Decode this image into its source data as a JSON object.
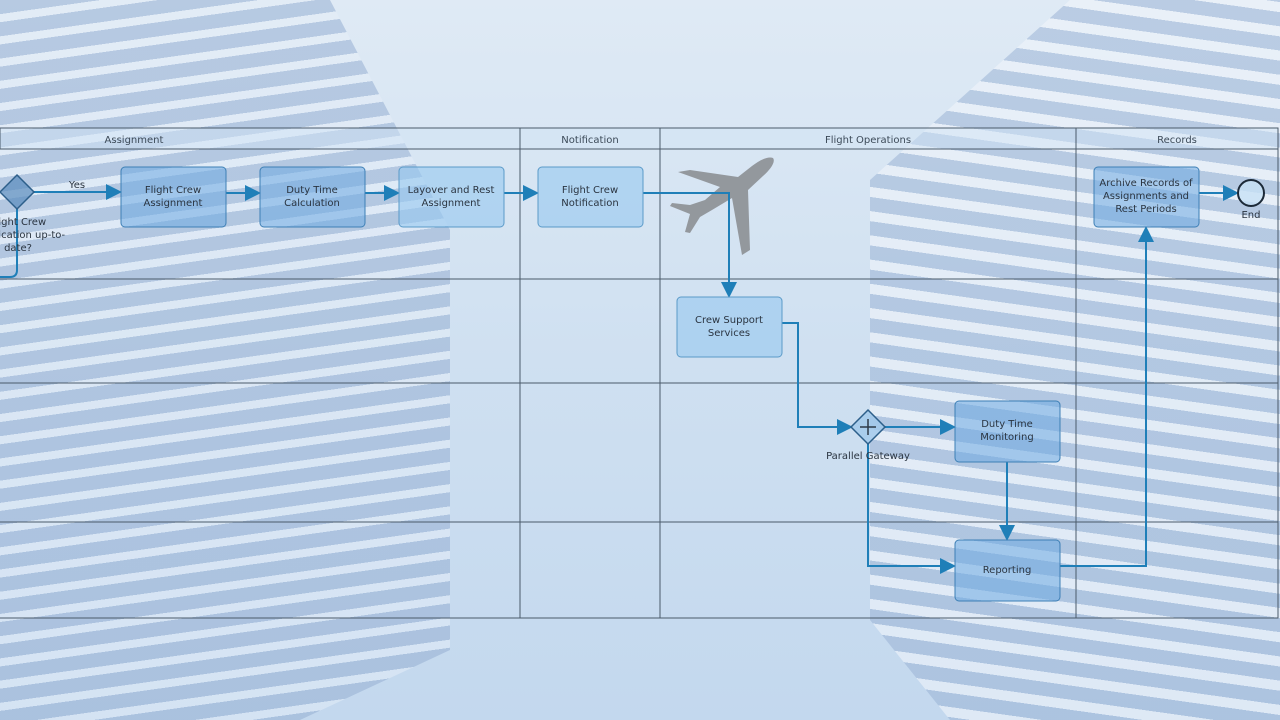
{
  "lanes": {
    "assignment": "Assignment",
    "notification": "Notification",
    "flight_operations": "Flight Operations",
    "records": "Records"
  },
  "gateway_decision": {
    "label_lines": [
      "Flight Crew",
      "Certification up-to-",
      "date?"
    ],
    "yes_label": "Yes"
  },
  "tasks": {
    "flight_crew_assignment": [
      "Flight Crew",
      "Assignment"
    ],
    "duty_time_calculation": [
      "Duty Time",
      "Calculation"
    ],
    "layover_rest": [
      "Layover and Rest",
      "Assignment"
    ],
    "flight_crew_notification": [
      "Flight Crew",
      "Notification"
    ],
    "crew_support": [
      "Crew Support",
      "Services"
    ],
    "duty_time_monitoring": [
      "Duty Time",
      "Monitoring"
    ],
    "reporting": [
      "Reporting"
    ],
    "archive": [
      "Archive Records of",
      "Assignments and",
      "Rest Periods"
    ]
  },
  "parallel_gateway": "Parallel Gateway",
  "end_event": "End",
  "colors": {
    "edge": "#1f7fb8",
    "task_fill": "#6eaae1",
    "lane_line": "#4a5a6a"
  }
}
